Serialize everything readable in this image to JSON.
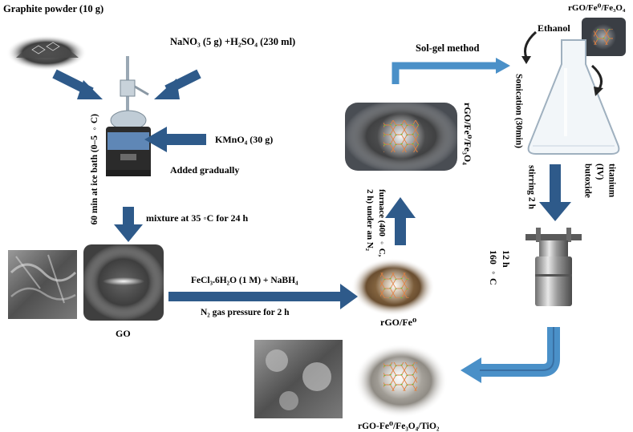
{
  "step1": {
    "reagent_graphite": "Graphite powder (10 g)",
    "reagent_acid": "NaNO₃ (5 g) +H₂SO₄ (230 ml)",
    "ice_bath": "60 min at ice bath (0–5 ◦C)",
    "reagent_kmno4": "KMnO₄ (30 g)",
    "added_gradually": "Added gradually",
    "mixture": "mixture at 35 ◦C for 24 h"
  },
  "step2": {
    "product_go": "GO",
    "reagent_fecl3": "FeCl₃.6H₂O (1 M) + NaBH₄",
    "gas_pressure": "N₂ gas pressure for 2 h",
    "product_rgo_fe": "rGO/Fe⁰"
  },
  "step3": {
    "furnace_line1": "furnace (400 ◦C,",
    "furnace_line2": "2 h) under an N₂",
    "product_rgo_fe_fe3o4_side": "rGO/Fe⁰/Fe₃O₄",
    "solgel": "Sol-gel method"
  },
  "step4": {
    "product_top": "rGO/Fe⁰/Fe₃O₄",
    "ethanol": "Ethanol",
    "sonication": "Sonication (30min)",
    "titanium": "titanium",
    "iv": "(IV)",
    "butoxide": "butoxide",
    "stirring": "stirring 2 h",
    "time_12h": "12 h",
    "temp_160": "160 ◦C",
    "final_product": "rGO-Fe⁰/Fe₃O₄/TiO₂"
  },
  "colors": {
    "arrow_blue": "#2e5a8a",
    "arrow_light": "#4a90c8",
    "powder_dark": "#3a3a3a",
    "hex_orange": "#e08040",
    "hex_green": "#60c040"
  }
}
